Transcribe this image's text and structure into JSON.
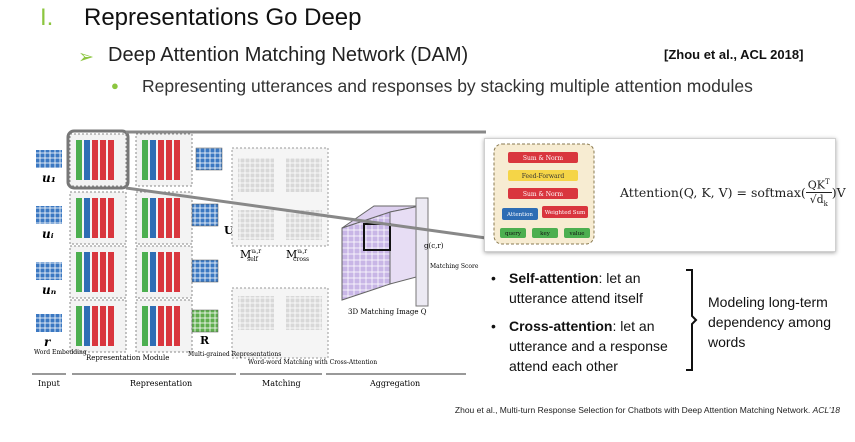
{
  "heading": {
    "number": "I.",
    "title": "Representations Go Deep"
  },
  "subheading": {
    "arrow": "➢",
    "title": "Deep Attention Matching Network (DAM)",
    "citation": "[Zhou et al., ACL 2018]"
  },
  "bullet": {
    "dot": "●",
    "text": "Representing utterances and responses by stacking multiple attention modules"
  },
  "diagram": {
    "utterance_labels": [
      "u₁",
      "uᵢ",
      "uₙ",
      "r"
    ],
    "word_embedding_label": "Word Embedding",
    "representation_module_label": "Representation Module",
    "multigrained_label": "Multi-grained Representations",
    "r_symbol": "R",
    "u_symbol": "Uᵢ",
    "m_self": "M",
    "m_self_sup": "uᵢ,r",
    "m_self_sub": "self",
    "m_cross": "M",
    "m_cross_sup": "uᵢ,r",
    "m_cross_sub": "cross",
    "word_matching_label": "Word-word Matching with Cross-Attention",
    "matching_image_label": "3D Matching Image Q",
    "matching_score_label": "Matching Score",
    "g_label": "g(c,r)",
    "sections": [
      "Input",
      "Representation",
      "Matching",
      "Aggregation"
    ]
  },
  "inset": {
    "blocks": [
      "Sum & Norm",
      "Feed-Forward",
      "Sum & Norm",
      "Attention",
      "Weighted Sum"
    ],
    "inputs": [
      "query",
      "key",
      "value"
    ],
    "formula": "Attention(Q, K, V) = softmax(QKᵀ/√d_k)V",
    "formula_prefix": "Attention(Q, K, V) = softmax(",
    "formula_num": "QK",
    "formula_sup": "T",
    "formula_den": "√d",
    "formula_den_sub": "k",
    "formula_suffix": ")V"
  },
  "notes": {
    "bullet_char": "•",
    "self_attention_term": "Self-attention",
    "self_attention_rest": ": let an utterance attend itself",
    "cross_attention_term": "Cross-attention",
    "cross_attention_rest": ": let an utterance and a response attend each other",
    "brace_text": "Modeling long-term dependency among words"
  },
  "footer": {
    "text": "Zhou et al., Multi-turn Response Selection for Chatbots with Deep Attention Matching Network.",
    "venue": "ACL’18"
  },
  "colors": {
    "accent_green": "#8cc63f",
    "block_red": "#d9363e",
    "block_blue": "#2e6db4",
    "block_green": "#4caf50",
    "block_yellow": "#f5d547"
  }
}
